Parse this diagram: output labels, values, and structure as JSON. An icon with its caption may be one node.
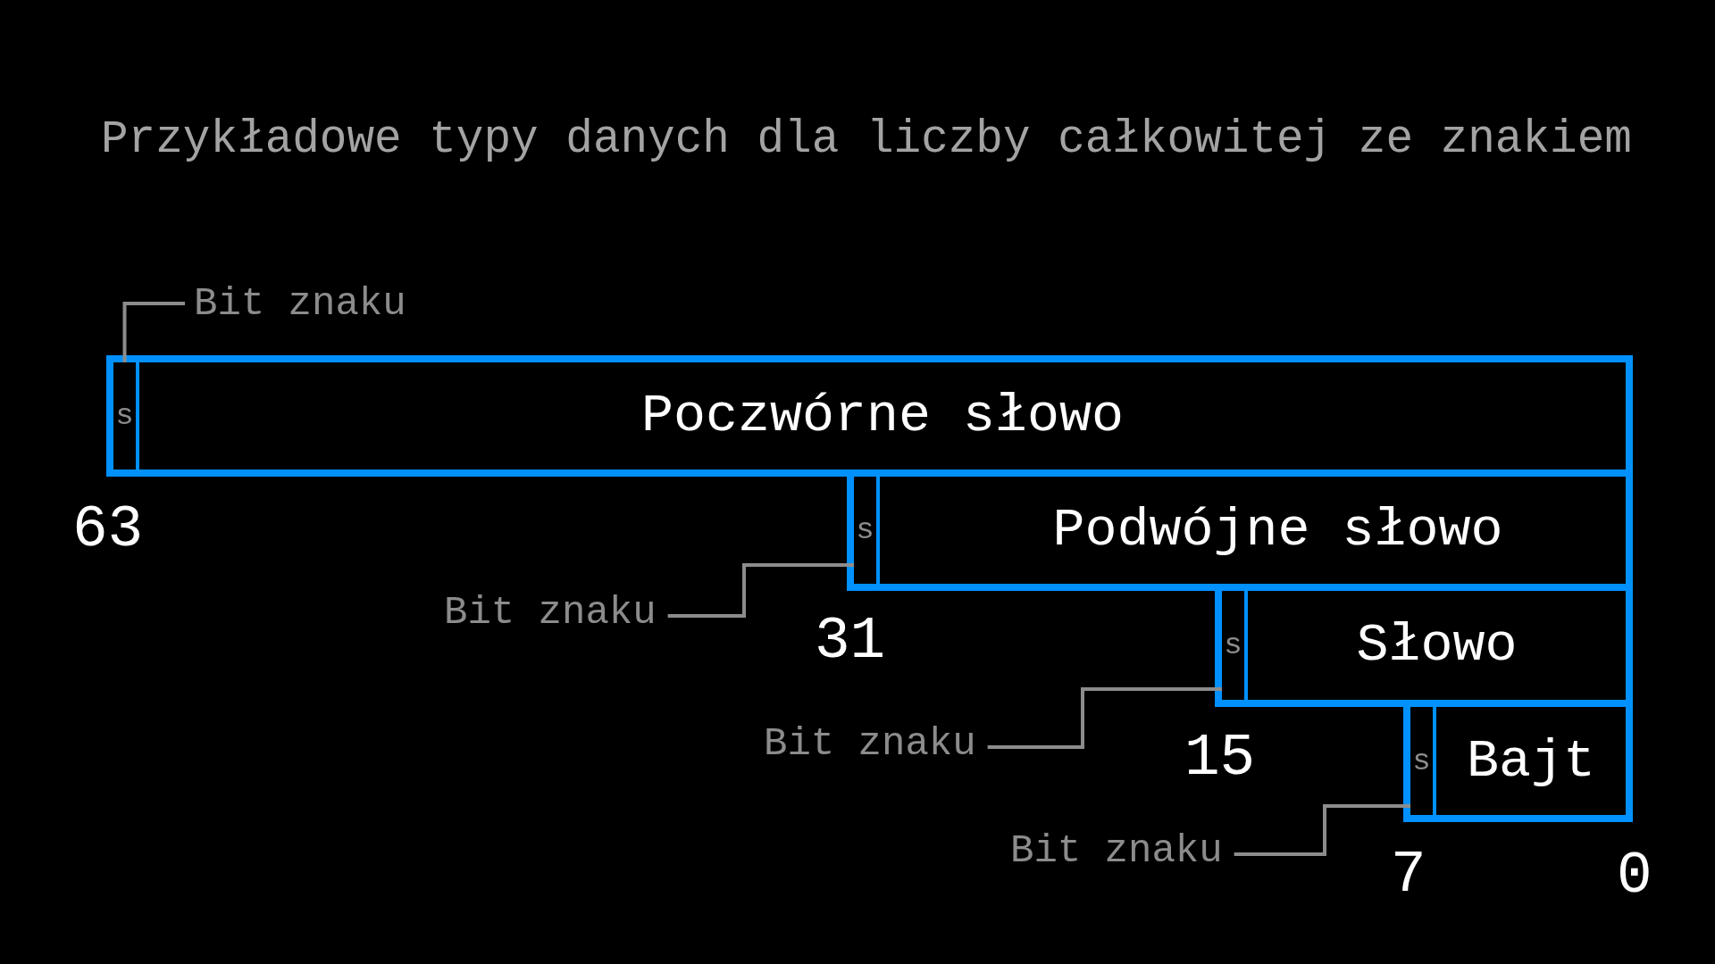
{
  "diagram": {
    "title": "Przykładowe typy danych dla liczby całkowitej ze znakiem",
    "nodes": [
      {
        "text": [
          "Bit znaku"
        ]
      },
      {
        "text": [
          "Poczwórne słowo"
        ]
      },
      {
        "text": [
          "s"
        ],
        "in": 1
      },
      {
        "text": [
          "Podwójne słowo"
        ]
      },
      {
        "text": [
          "s"
        ],
        "in": 3
      },
      {
        "text": [
          "Bit znaku"
        ]
      },
      {
        "text": [
          "Słowo"
        ]
      },
      {
        "text": [
          "s"
        ],
        "in": 6
      },
      {
        "text": [
          "Bit znaku"
        ]
      },
      {
        "text": [
          "Bajt"
        ]
      },
      {
        "text": [
          "s"
        ],
        "in": 9
      },
      {
        "text": [
          "Bit znaku"
        ]
      }
    ],
    "edges": [
      {
        "from": 0,
        "to": 2,
        "arrow": "none"
      },
      {
        "from": 5,
        "to": 4,
        "arrow": "none"
      },
      {
        "from": 8,
        "to": 7,
        "arrow": "none"
      },
      {
        "from": 11,
        "to": 10,
        "arrow": "none"
      }
    ],
    "labels": [
      "63",
      "31",
      "15",
      "7",
      "0"
    ]
  }
}
